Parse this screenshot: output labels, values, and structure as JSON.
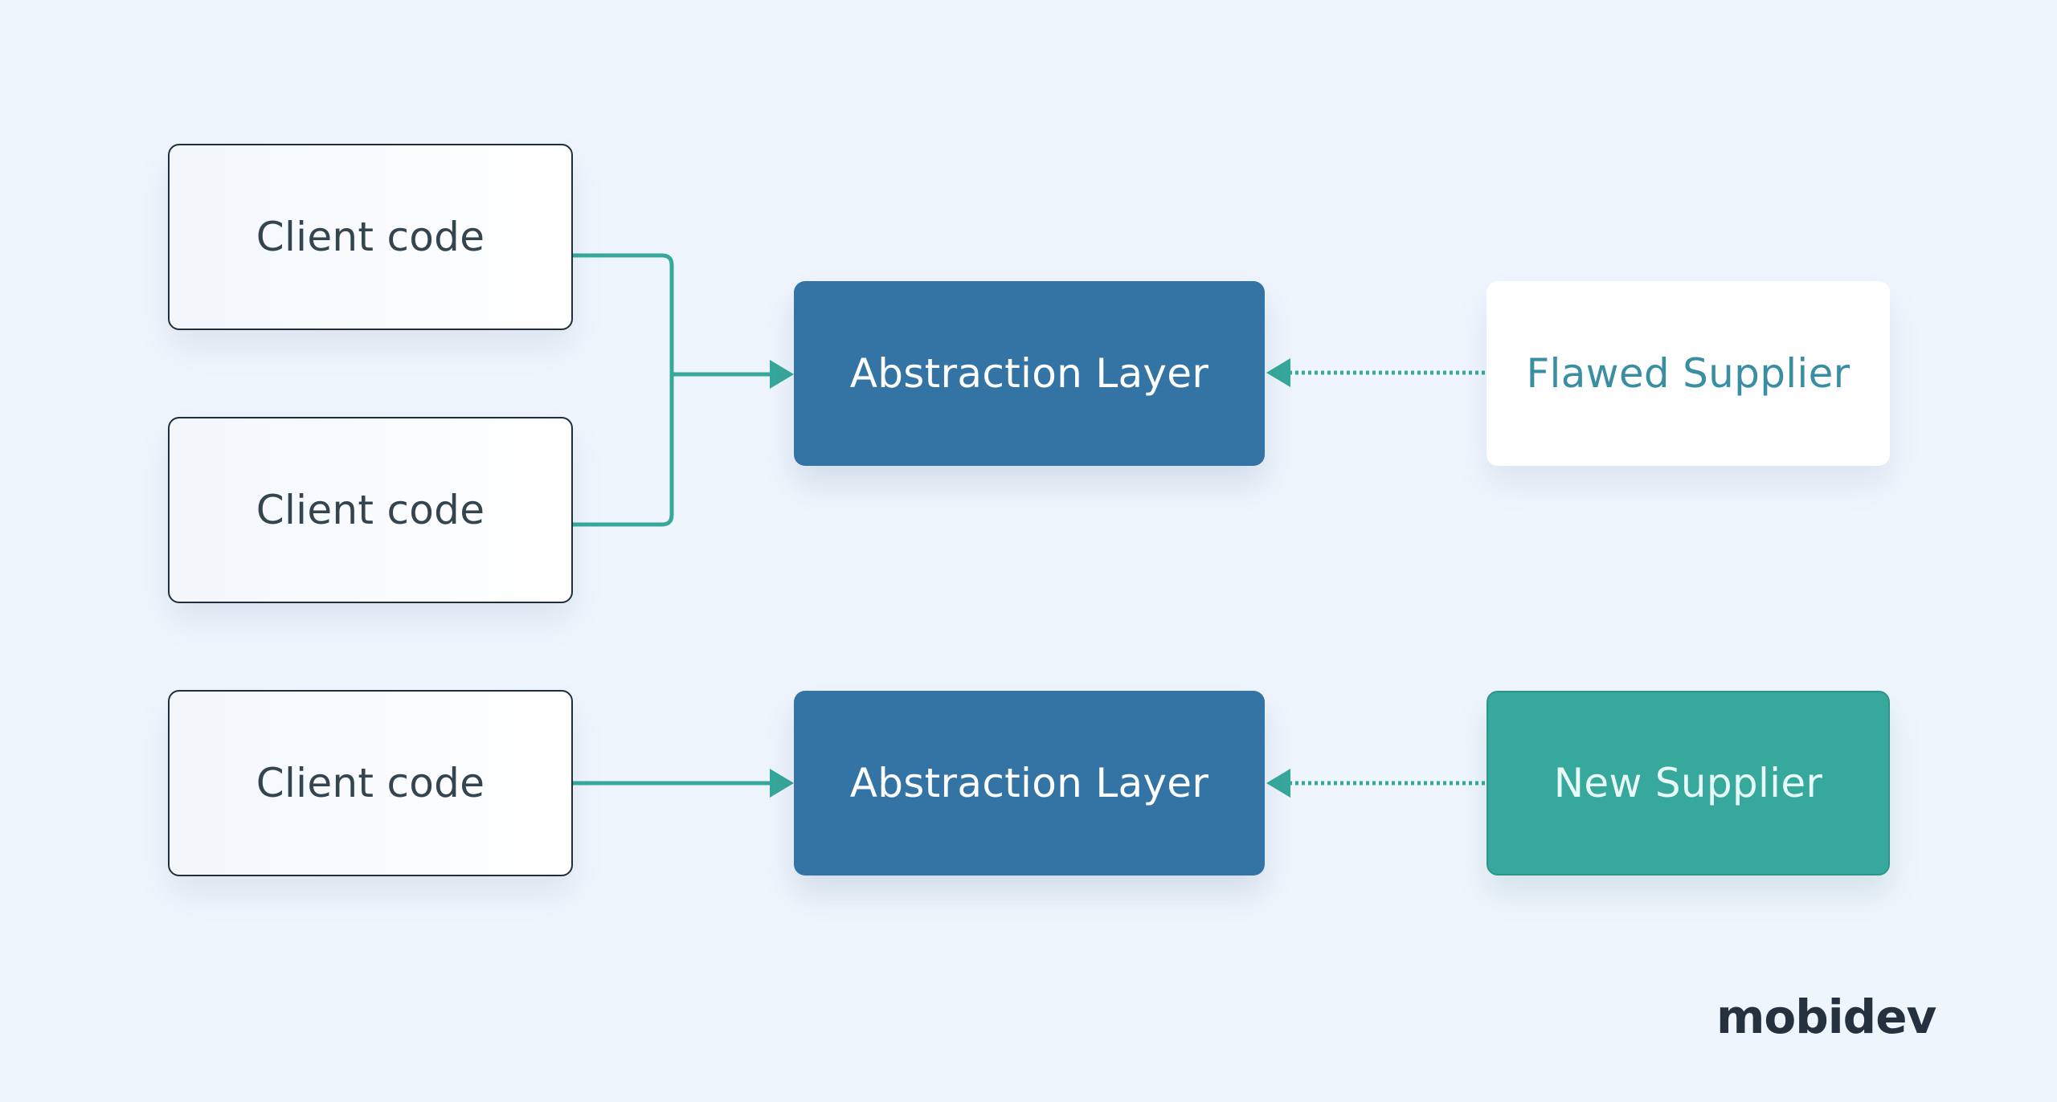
{
  "diagram": {
    "client_boxes": [
      {
        "label": "Client code"
      },
      {
        "label": "Client code"
      },
      {
        "label": "Client code"
      }
    ],
    "abstraction_layers": [
      {
        "label": "Abstraction Layer"
      },
      {
        "label": "Abstraction Layer"
      }
    ],
    "suppliers": {
      "flawed": {
        "label": "Flawed Supplier"
      },
      "new": {
        "label": "New Supplier"
      }
    }
  },
  "brand": {
    "logo_text": "mobidev"
  },
  "colors": {
    "background": "#eff5fd",
    "abstraction": "#3474a5",
    "connector": "#37a89c",
    "new_supplier": "#37a89c",
    "flawed_text": "#3a8ea3"
  }
}
